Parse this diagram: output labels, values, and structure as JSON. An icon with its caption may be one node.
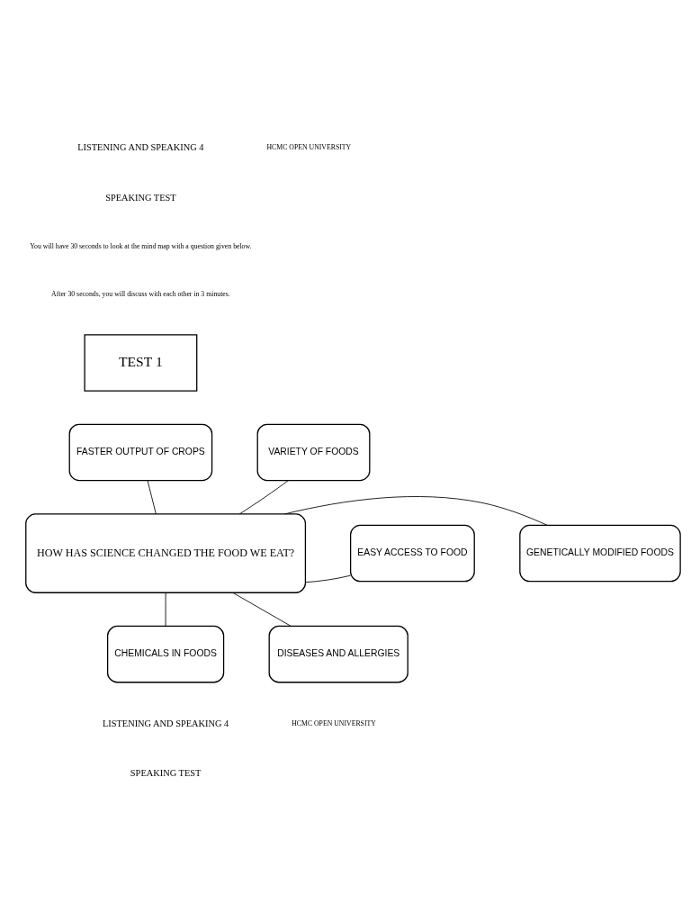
{
  "diagram": {
    "nodes": [
      {
        "text": [
          "TEST 1"
        ]
      },
      {
        "text": [
          "FASTER OUTPUT OF CROPS"
        ]
      },
      {
        "text": [
          "VARIETY OF FOODS"
        ]
      },
      {
        "text": [
          "EASY ACCESS TO FOOD"
        ]
      },
      {
        "text": [
          "HOW HAS SCIENCE CHANGED THE FOOD WE EAT?"
        ]
      },
      {
        "text": [
          "GENETICALLY MODIFIED FOODS"
        ]
      },
      {
        "text": [
          "CHEMICALS IN FOODS"
        ]
      },
      {
        "text": [
          "DISEASES AND ALLERGIES"
        ]
      }
    ],
    "edges": [
      {
        "from": 4,
        "to": 1,
        "arrow": "none"
      },
      {
        "from": 4,
        "to": 2,
        "arrow": "none"
      },
      {
        "from": 4,
        "to": 3,
        "arrow": "none"
      },
      {
        "from": 4,
        "to": 5,
        "arrow": "none"
      },
      {
        "from": 4,
        "to": 6,
        "arrow": "none"
      },
      {
        "from": 4,
        "to": 7,
        "arrow": "none"
      }
    ],
    "labels": [
      "LISTENING AND SPEAKING 4",
      "HCMC OPEN UNIVERSITY",
      "SPEAKING TEST",
      "You will have 30 seconds to look at the mind map with a question given below.",
      "After 30 seconds, you will discuss with each other in 3 minutes.",
      "LISTENING AND SPEAKING 4",
      "HCMC OPEN UNIVERSITY",
      "SPEAKING TEST"
    ]
  }
}
